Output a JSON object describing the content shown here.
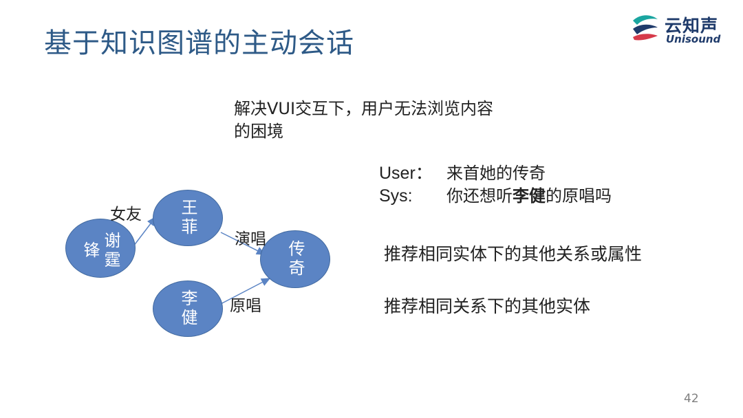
{
  "slide": {
    "title": "基于知识图谱的主动会话",
    "page_number": "42"
  },
  "logo": {
    "name_cn": "云知声",
    "name_en": "Unisound"
  },
  "problem_text": "解决VUI交互下，用户无法浏览内容的困境",
  "dialog": {
    "user_label": "User：",
    "user_text": "来首她的传奇",
    "sys_label": "Sys:",
    "sys_text_before": "你还想听",
    "sys_text_bold": "李健",
    "sys_text_after": "的原唱吗"
  },
  "recommendations": [
    "推荐相同实体下的其他关系或属性",
    "推荐相同关系下的其他实体"
  ],
  "graph": {
    "nodes": {
      "xie": "谢霆锋",
      "wang": "王菲",
      "li": "李健",
      "legend": "传奇"
    },
    "edges": {
      "girlfriend": "女友",
      "sang": "演唱",
      "original": "原唱"
    }
  },
  "colors": {
    "title": "#2e5a87",
    "node_fill": "#5b84c4",
    "edge": "#5b84c4"
  }
}
